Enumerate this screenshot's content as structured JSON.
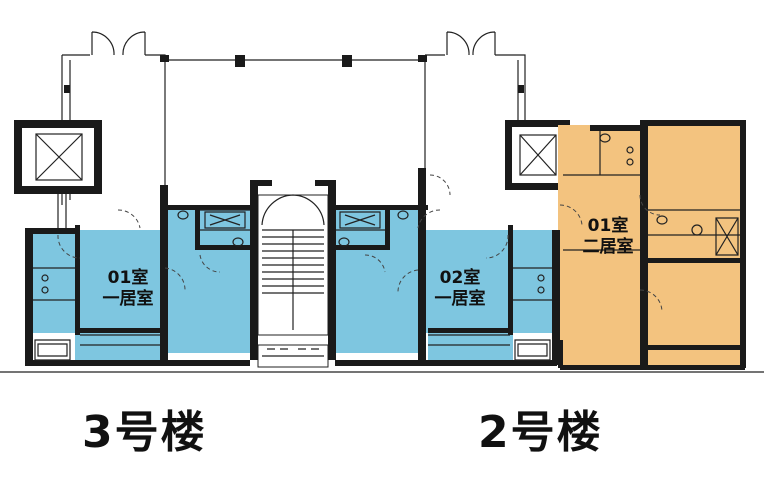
{
  "colors": {
    "blue": "#7ec6e0",
    "orange": "#f3c37f",
    "wall": "#1a1a1a",
    "line": "#222222"
  },
  "units": [
    {
      "number": "01室",
      "layout": "一居室"
    },
    {
      "number": "02室",
      "layout": "一居室"
    },
    {
      "number": "01室",
      "layout": "二居室"
    }
  ],
  "buildings": [
    {
      "label": "3号楼"
    },
    {
      "label": "2号楼"
    }
  ],
  "icons": [
    "elevator-icon",
    "door-swing-icon",
    "stair-icon",
    "toilet-icon",
    "sink-icon",
    "stove-icon"
  ]
}
